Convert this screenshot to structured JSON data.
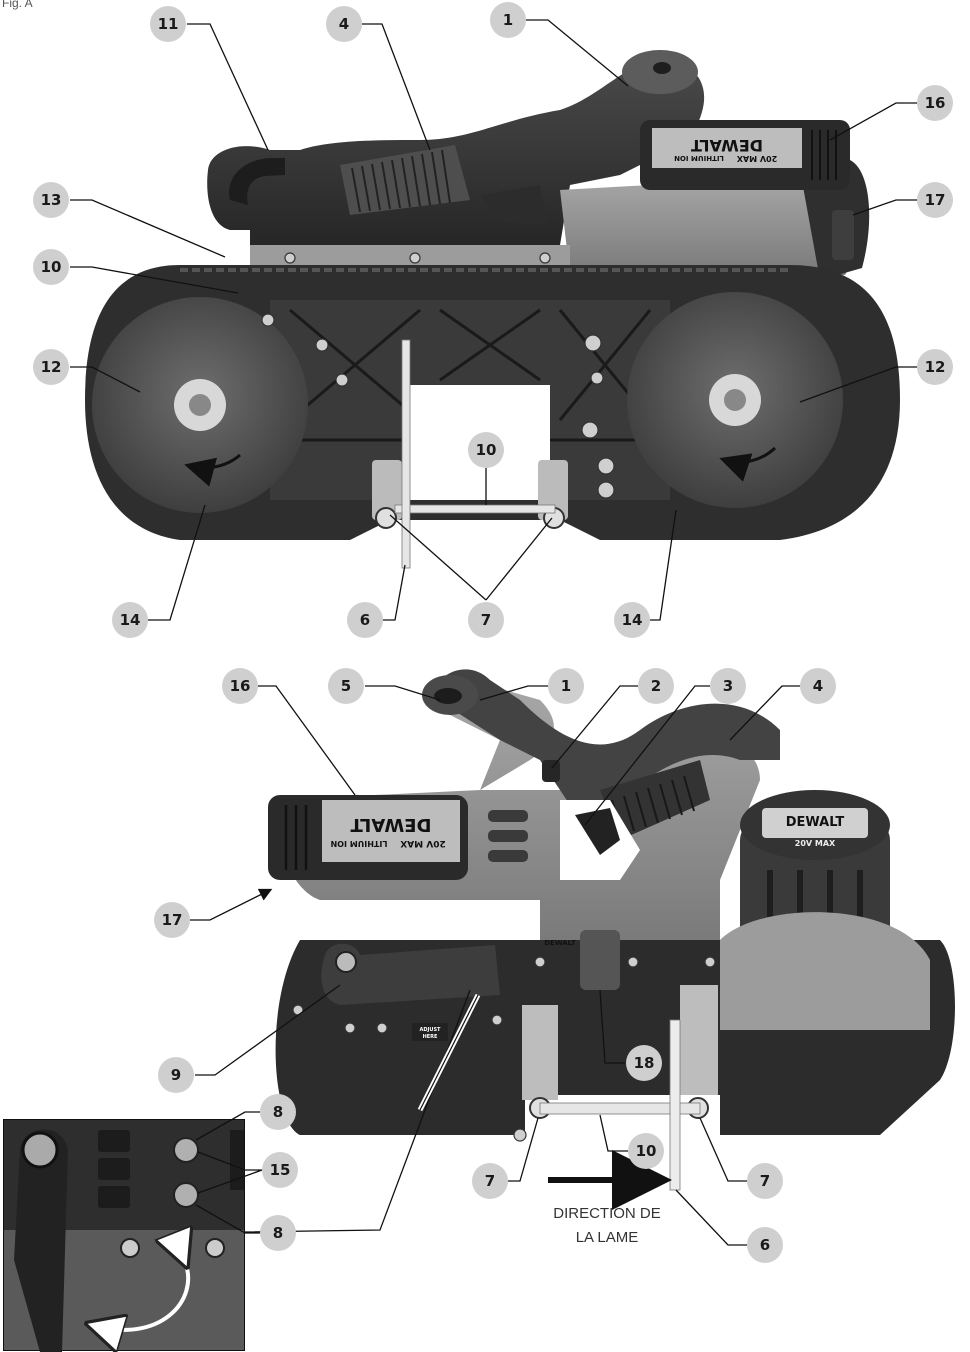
{
  "figure": {
    "label": "Fig. A",
    "direction_text_line1": "DIRECTION DE",
    "direction_text_line2": "LA LAME"
  },
  "battery": {
    "brand": "DEWALT",
    "voltage": "20V MAX",
    "chem": "LITHIUM ION",
    "motor_brand": "DEWALT",
    "motor_voltage": "20V MAX",
    "frame_brand": "DEWALT",
    "adjust_label_1": "ADJUST",
    "adjust_label_2": "HERE"
  },
  "colors": {
    "callout_fill": "#cfcfcf",
    "body_dark": "#3c3c3c",
    "body_mid": "#8c8c8c",
    "body_light": "#bdbdbd",
    "rubber": "#2a2a2a"
  },
  "callouts": [
    {
      "id": "c1-top",
      "num": "11"
    },
    {
      "id": "c2-top",
      "num": "4"
    },
    {
      "id": "c3-top",
      "num": "1"
    },
    {
      "id": "c4-top",
      "num": "16"
    },
    {
      "id": "c5-top",
      "num": "13"
    },
    {
      "id": "c6-top",
      "num": "17"
    },
    {
      "id": "c7-top",
      "num": "10"
    },
    {
      "id": "c8-top",
      "num": "12"
    },
    {
      "id": "c9-top",
      "num": "12"
    },
    {
      "id": "c10-top",
      "num": "10"
    },
    {
      "id": "c11-top",
      "num": "14"
    },
    {
      "id": "c12-top",
      "num": "6"
    },
    {
      "id": "c13-top",
      "num": "7"
    },
    {
      "id": "c14-top",
      "num": "14"
    },
    {
      "id": "c15-bot",
      "num": "16"
    },
    {
      "id": "c16-bot",
      "num": "5"
    },
    {
      "id": "c17-bot",
      "num": "1"
    },
    {
      "id": "c18-bot",
      "num": "2"
    },
    {
      "id": "c19-bot",
      "num": "3"
    },
    {
      "id": "c20-bot",
      "num": "4"
    },
    {
      "id": "c21-bot",
      "num": "17"
    },
    {
      "id": "c22-bot",
      "num": "9"
    },
    {
      "id": "c23-bot",
      "num": "18"
    },
    {
      "id": "c24-bot",
      "num": "8"
    },
    {
      "id": "c25-bot",
      "num": "15"
    },
    {
      "id": "c26-bot",
      "num": "8"
    },
    {
      "id": "c27-bot",
      "num": "10"
    },
    {
      "id": "c28-bot",
      "num": "7"
    },
    {
      "id": "c29-bot",
      "num": "7"
    },
    {
      "id": "c30-bot",
      "num": "6"
    }
  ]
}
